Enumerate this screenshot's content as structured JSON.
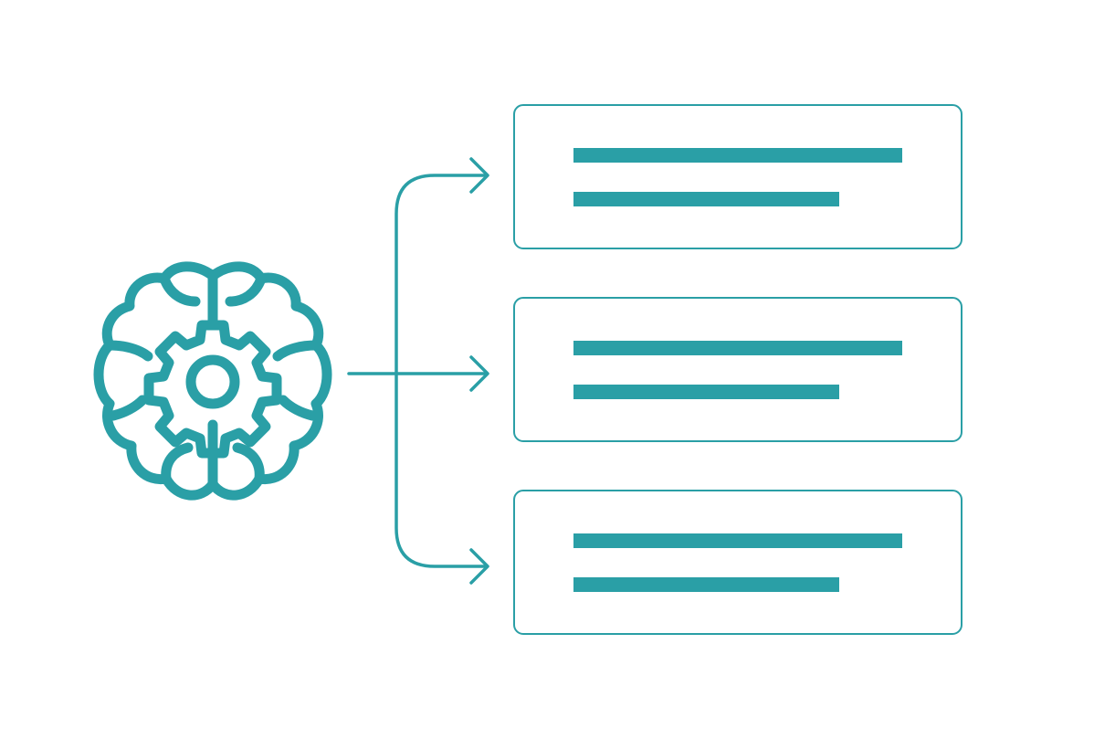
{
  "colors": {
    "accent": "#2a9fa6",
    "background": "#ffffff"
  },
  "icons": {
    "brain": "brain-gear-icon",
    "arrow": "arrow-right-icon"
  },
  "diagram": {
    "source": {
      "icon": "brain-gear-icon"
    },
    "connector": {
      "type": "branching-arrows",
      "targets": 3
    },
    "cards": [
      {
        "lines": 2
      },
      {
        "lines": 2
      },
      {
        "lines": 2
      }
    ]
  }
}
